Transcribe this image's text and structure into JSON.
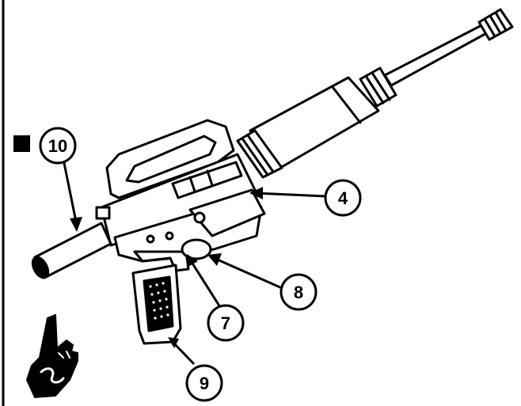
{
  "callouts": [
    {
      "label": "10"
    },
    {
      "label": "4"
    },
    {
      "label": "8"
    },
    {
      "label": "7"
    },
    {
      "label": "9"
    }
  ],
  "icons": {
    "marker": "black-square-icon",
    "hand": "pointing-hand-icon"
  },
  "colors": {
    "ink": "#000000",
    "paper": "#ffffff"
  }
}
